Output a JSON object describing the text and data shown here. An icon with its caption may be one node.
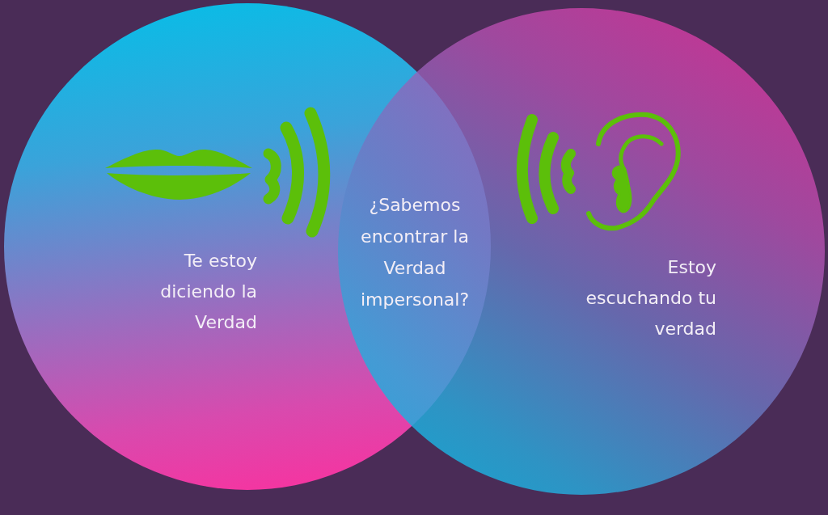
{
  "diagram": {
    "nodes": [
      {
        "text": [
          "Te estoy diciendo la Verdad"
        ]
      },
      {
        "text": [
          "Estoy escuchando tu verdad"
        ]
      }
    ],
    "edges": [],
    "labels": [
      "¿Sabemos encontrar la Verdad impersonal?"
    ]
  }
}
